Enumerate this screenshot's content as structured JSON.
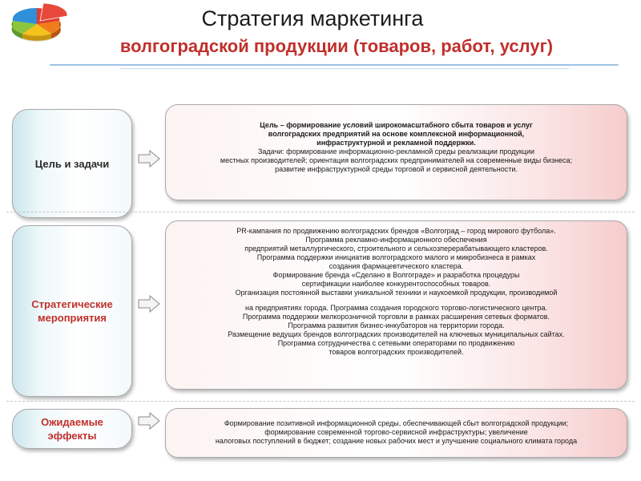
{
  "title": "Стратегия маркетинга",
  "subtitle": "волгоградской продукции (товаров, работ, услуг)",
  "colors": {
    "subtitle": "#c0302c",
    "label_dark": "#2a2a2a",
    "label_red": "#c0302c",
    "rule": "#9dc3e4"
  },
  "logo_icon": "pie-chart-icon",
  "sections": [
    {
      "label": "Цель и задачи",
      "lines": [
        "Цель – формирование условий широкомасштабного сбыта товаров и услуг",
        "волгоградских предприятий на основе комплексной информационной,",
        "инфраструктурной и рекламной поддержки.",
        "Задачи: формирование информационно-рекламной среды реализации продукции",
        "местных производителей; ориентация волгоградских предпринимателей на современные виды бизнеса;",
        "развитие инфраструктурной среды торговой и сервисной деятельности."
      ]
    },
    {
      "label": "Стратегические мероприятия",
      "lines": [
        "PR-кампания по продвижению волгоградских брендов «Волгоград – город мирового футбола».",
        "Программа рекламно-информационного обеспечения",
        "предприятий металлургического, строительного и сельхозперерабатывающего кластеров.",
        "Программа поддержки инициатив волгоградского малого и микробизнеса в рамках",
        "создания фармацевтического кластера.",
        "Формирование бренда «Сделано в Волгограде» и разработка процедуры",
        "сертификации наиболее конкурентоспособных товаров.",
        "Организация постоянной выставки уникальной техники и наукоемкой продукции, производимой",
        "на предприятиях города.  Программа создания городского торгово-логистического центра.",
        "Программа поддержки мелкорозничной торговли в рамках расширения сетевых форматов.",
        "Программа развития бизнес-инкубаторов на территории города.",
        "Размещение ведущих брендов волгоградских производителей на ключевых муниципальных сайтах.",
        "Программа сотрудничества с сетевыми операторами по продвижению",
        "товаров волгоградских производителей."
      ]
    },
    {
      "label": "Ожидаемые эффекты",
      "lines": [
        "Формирование позитивной информационной среды, обеспечивающей сбыт волгоградской продукции;",
        "формирование современной торгово-сервисной инфраструктуры; увеличение",
        "налоговых поступлений в бюджет; создание новых рабочих мест и улучшение социального климата города"
      ]
    }
  ]
}
